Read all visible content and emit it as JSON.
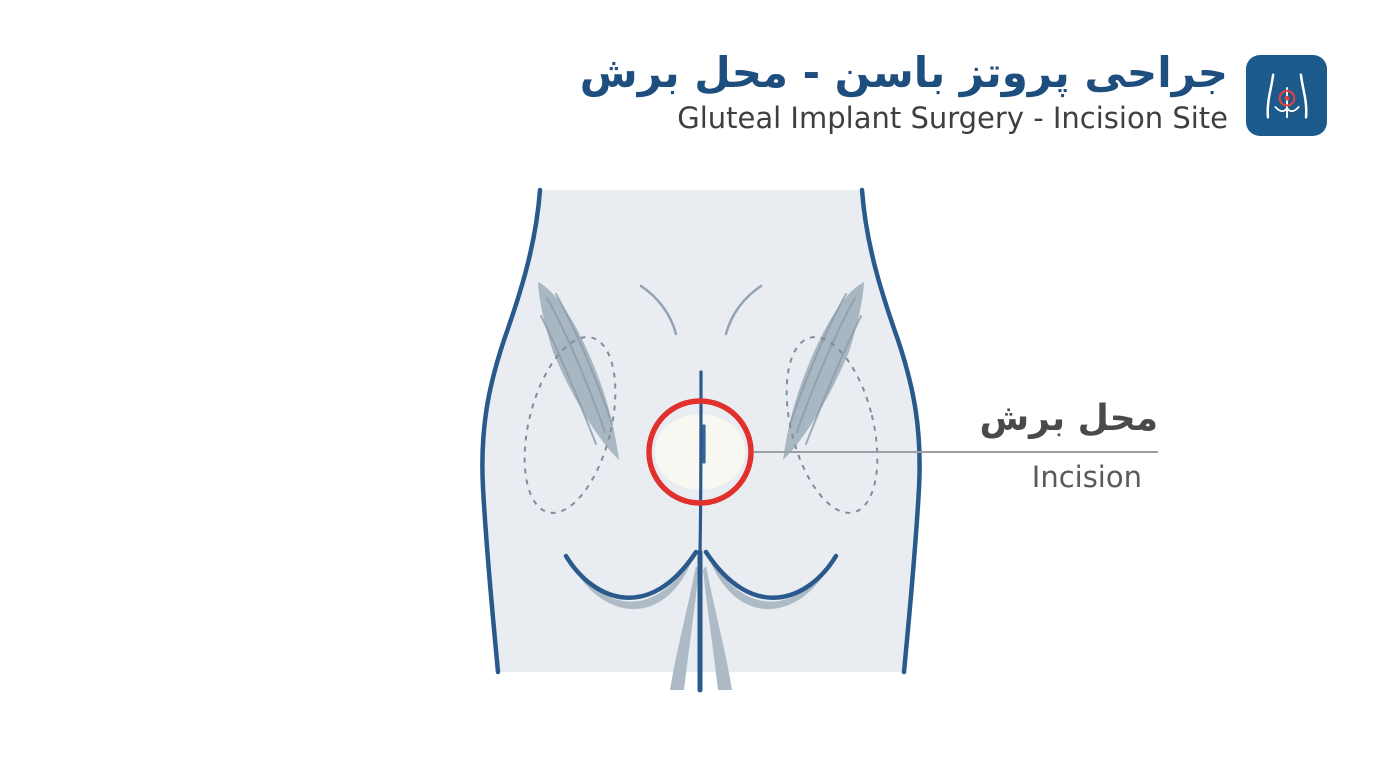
{
  "header": {
    "title_fa": "جراحی پروتز باسن - محل برش",
    "subtitle_en": "Gluteal Implant Surgery - Incision Site"
  },
  "callout": {
    "label_fa": "محل برش",
    "label_en": "Incision"
  },
  "icons": {
    "logo": "gluteal-clinic-logo"
  },
  "colors": {
    "title_blue": "#1d4e7e",
    "subtitle_gray": "#3f3f3f",
    "outline_blue": "#2a5a8c",
    "body_fill": "#e9edf2",
    "shade_gray": "#aebac6",
    "muscle_gray": "#a9b7c3",
    "dash_gray": "#7e8e9c",
    "accent_red": "#e0312c",
    "label_gray": "#4a4a4a",
    "label_sub_gray": "#5a5a5a",
    "leader_gray": "#9aa0a6",
    "logo_bg": "#1d5a8c"
  }
}
